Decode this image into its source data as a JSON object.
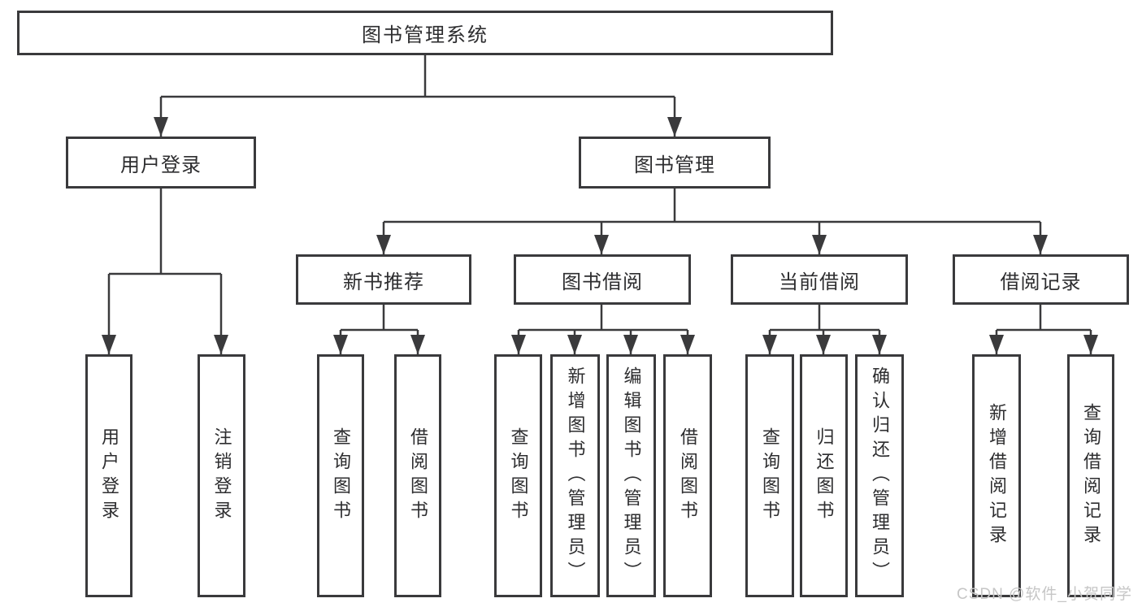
{
  "tree": {
    "label": "图书管理系统",
    "children": [
      {
        "label": "用户登录",
        "children": [
          {
            "label": "用户登录"
          },
          {
            "label": "注销登录"
          }
        ]
      },
      {
        "label": "图书管理",
        "children": [
          {
            "label": "新书推荐",
            "children": [
              {
                "label": "查询图书"
              },
              {
                "label": "借阅图书"
              }
            ]
          },
          {
            "label": "图书借阅",
            "children": [
              {
                "label": "查询图书"
              },
              {
                "label": "新增图书（管理员）"
              },
              {
                "label": "编辑图书（管理员）"
              },
              {
                "label": "借阅图书"
              }
            ]
          },
          {
            "label": "当前借阅",
            "children": [
              {
                "label": "查询图书"
              },
              {
                "label": "归还图书"
              },
              {
                "label": "确认归还（管理员）"
              }
            ]
          },
          {
            "label": "借阅记录",
            "children": [
              {
                "label": "新增借阅记录"
              },
              {
                "label": "查询借阅记录"
              }
            ]
          }
        ]
      }
    ]
  },
  "watermark": "CSDN @软件_小贺同学",
  "colors": {
    "line": "#3a3a3c",
    "box_border": "#3a3a3c",
    "text": "#2d2d2f",
    "watermark": "#c6c6c6",
    "background": "#ffffff"
  }
}
